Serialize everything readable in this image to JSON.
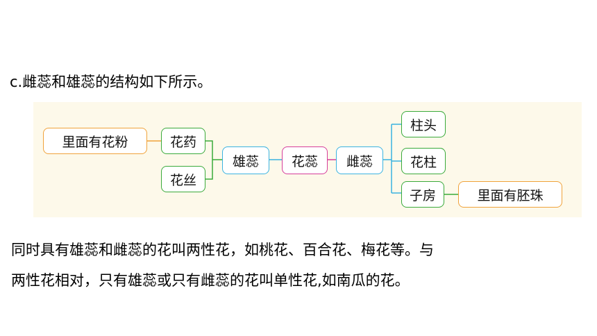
{
  "heading": "c.雌蕊和雄蕊的结构如下所示。",
  "diagram": {
    "nodes": {
      "pollen_inside": "里面有花粉",
      "anther": "花药",
      "filament": "花丝",
      "stamen": "雄蕊",
      "stamens_and_pistils": "花蕊",
      "pistil": "雌蕊",
      "stigma": "柱头",
      "style": "花柱",
      "ovary": "子房",
      "ovule_inside": "里面有胚珠"
    },
    "colors": {
      "panel_background": "#fdf9ea",
      "orange": "#f0a23a",
      "green": "#3aaa3a",
      "blue": "#3ab3e0",
      "pink": "#d63d9a"
    }
  },
  "paragraph": {
    "line1": "同时具有雄蕊和雌蕊的花叫两性花，如桃花、百合花、梅花等。与",
    "line2": "两性花相对，只有雄蕊或只有雌蕊的花叫单性花,如南瓜的花。"
  }
}
